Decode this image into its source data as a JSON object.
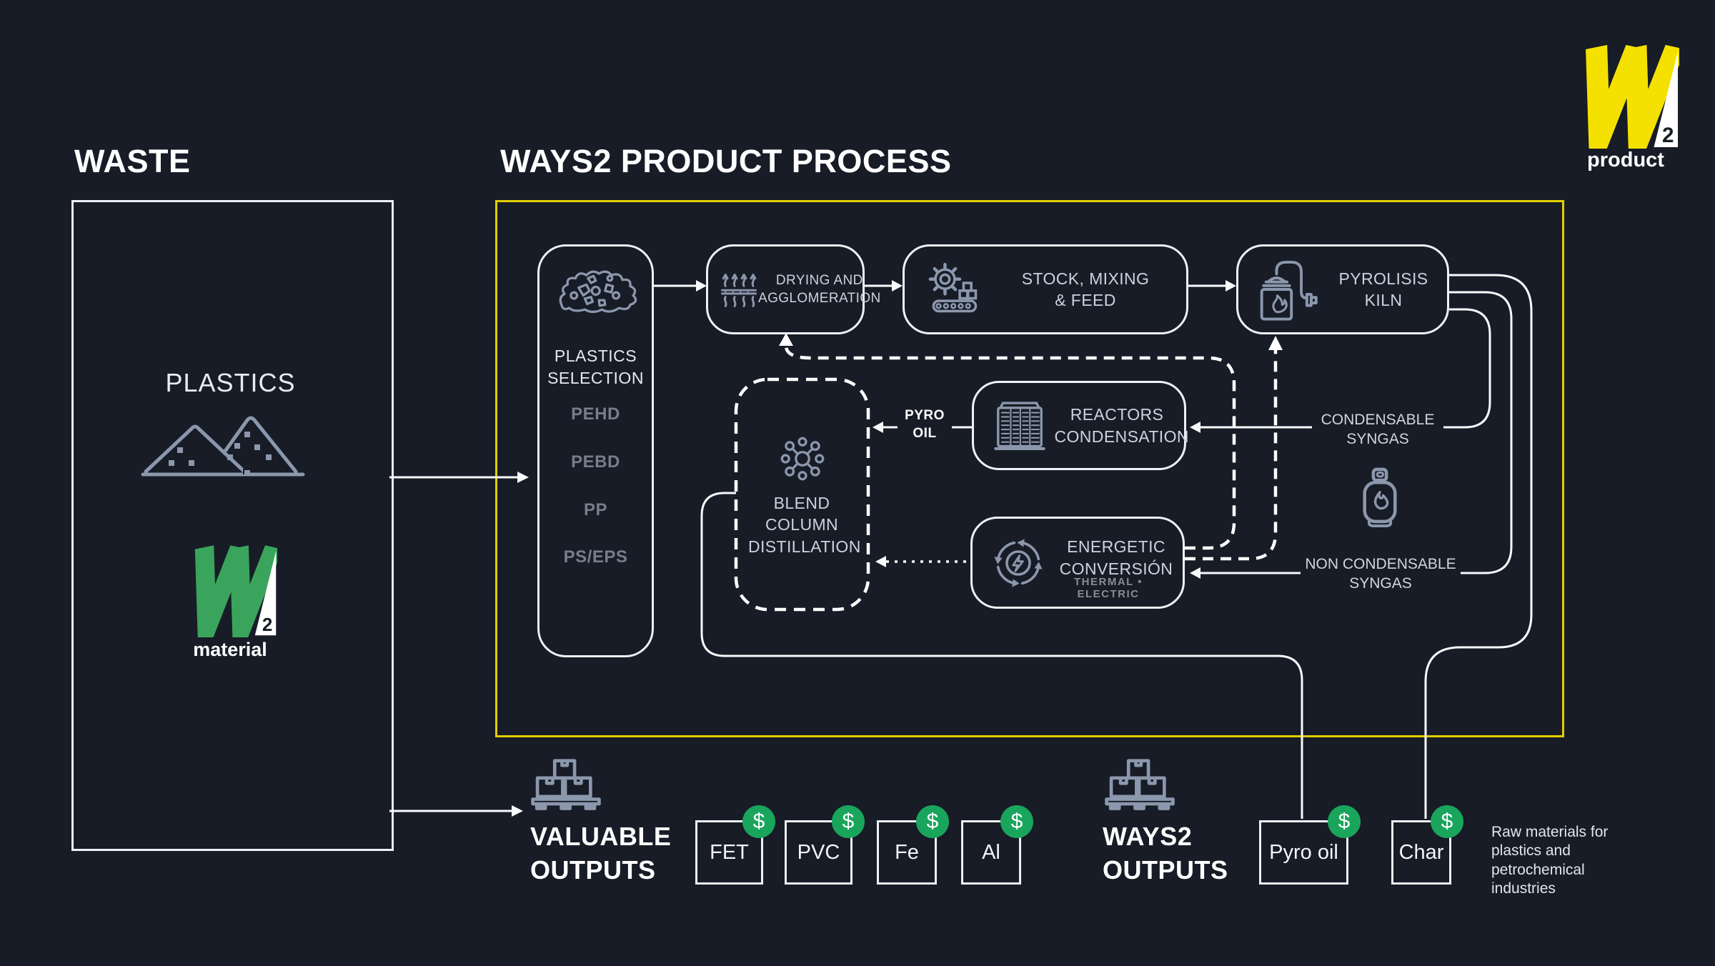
{
  "colors": {
    "background": "#171c26",
    "frame_yellow": "#e2ce00",
    "logo_yellow": "#f5e100",
    "logo_green": "#3aa45c",
    "badge_green": "#1aa55c",
    "icon_gray": "#8b97ac",
    "line_white": "#f8fafc"
  },
  "header": {
    "waste_title": "WASTE",
    "process_title": "WAYS2 PRODUCT PROCESS"
  },
  "waste": {
    "plastics_label": "PLASTICS",
    "logo": {
      "letter": "W",
      "sup": "2",
      "caption": "material"
    }
  },
  "product_logo": {
    "letter": "W",
    "sup": "2",
    "caption": "product"
  },
  "selection": {
    "title": "PLASTICS SELECTION",
    "items": [
      "PEHD",
      "PEBD",
      "PP",
      "PS/EPS"
    ]
  },
  "process": {
    "drying": "DRYING AND AGGLOMERATION",
    "stock": "STOCK, MIXING & FEED",
    "kiln": "PYROLISIS KILN",
    "reactors": "REACTORS CONDENSATION",
    "blend": "BLEND COLUMN DISTILLATION",
    "energetic": "ENERGETIC CONVERSIÓN",
    "energetic_sub": "THERMAL • ELECTRIC",
    "pyro_oil_label": "PYRO OIL",
    "condensable_label": "CONDENSABLE SYNGAS",
    "non_condensable_label": "NON CONDENSABLE SYNGAS"
  },
  "outputs": {
    "currency": "$",
    "valuable_title": "VALUABLE OUTPUTS",
    "valuable_items": [
      "FET",
      "PVC",
      "Fe",
      "Al"
    ],
    "ways2_title": "WAYS2 OUTPUTS",
    "ways2_items": [
      "Pyro oil",
      "Char"
    ],
    "note": "Raw materials for plastics and petrochemical industries"
  },
  "icons": [
    "waste-piles-icon",
    "plastic-flakes-icon",
    "steam-drying-icon",
    "gear-conveyor-icon",
    "pyrolysis-kiln-icon",
    "condenser-icon",
    "molecule-icon",
    "energy-cycle-icon",
    "gas-bottle-icon",
    "pallet-boxes-icon",
    "dollar-badge"
  ]
}
